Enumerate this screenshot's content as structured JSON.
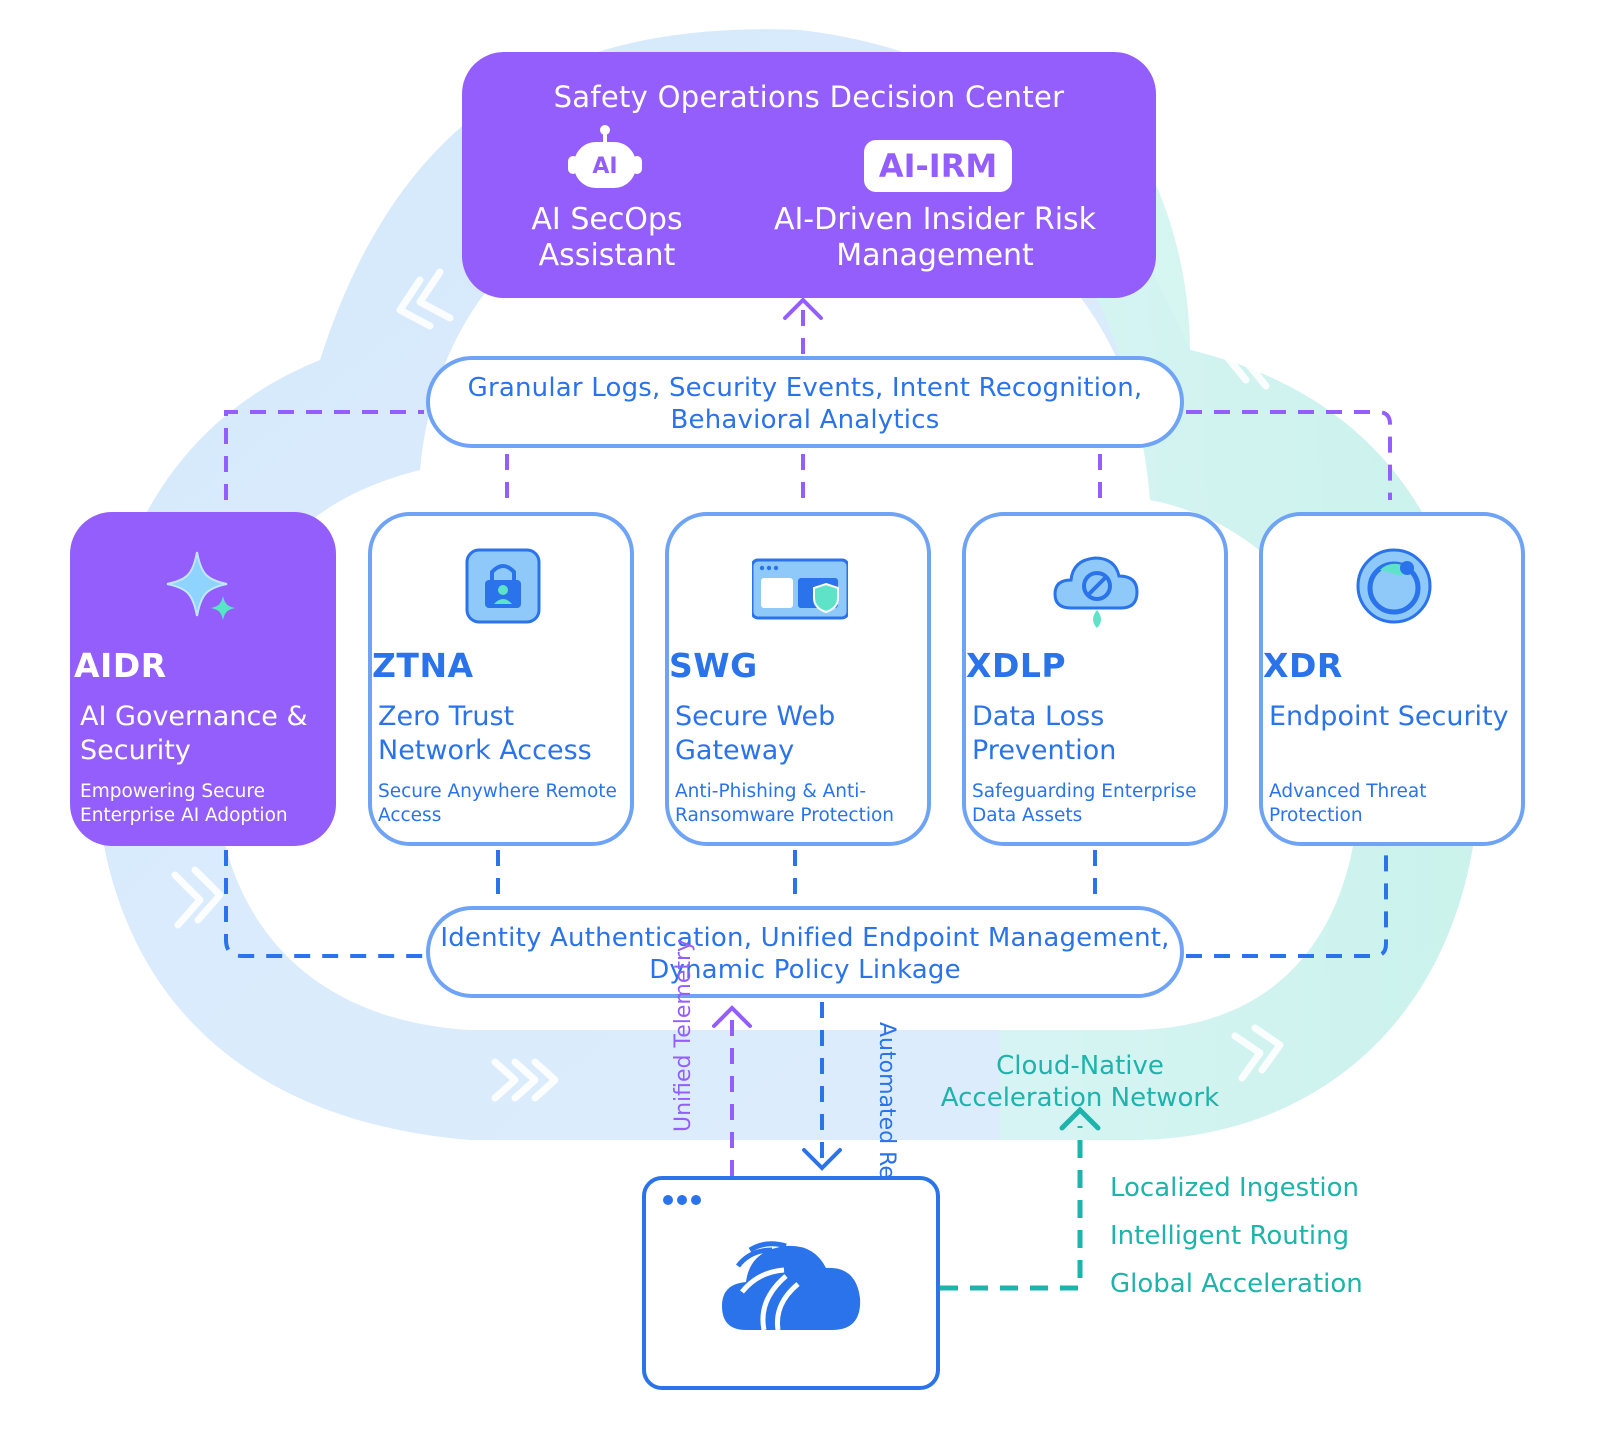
{
  "decision_center": {
    "title": "Safety Operations Decision Center",
    "assistant_icon_text": "AI",
    "assistant_label": "AI SecOps Assistant",
    "irm_badge": "AI-IRM",
    "irm_label": "AI-Driven Insider Risk Management"
  },
  "top_pill": {
    "text": "Granular Logs, Security Events, Intent Recognition, Behavioral Analytics"
  },
  "bottom_pill": {
    "text": "Identity Authentication, Unified Endpoint Management, Dynamic Policy Linkage"
  },
  "cards": [
    {
      "icon": "sparkle-icon",
      "abbr": "AIDR",
      "name": "AI Governance & Security",
      "desc": "Empowering Secure Enterprise AI Adoption"
    },
    {
      "icon": "lock-icon",
      "abbr": "ZTNA",
      "name": "Zero Trust Network Access",
      "desc": "Secure Anywhere Remote Access"
    },
    {
      "icon": "browser-shield-icon",
      "abbr": "SWG",
      "name": "Secure Web Gateway",
      "desc": "Anti-Phishing & Anti-Ransomware Protection"
    },
    {
      "icon": "cloud-leak-icon",
      "abbr": "XDLP",
      "name": "Data Loss Prevention",
      "desc": "Safeguarding Enterprise Data Assets"
    },
    {
      "icon": "radar-icon",
      "abbr": "XDR",
      "name": "Endpoint Security",
      "desc": "Advanced Threat Protection"
    }
  ],
  "flows": {
    "telemetry": "Unified Telemetry",
    "remediation": "Automated Remediation"
  },
  "cdn": {
    "title": "Cloud-Native Acceleration Network",
    "features": [
      "Localized Ingestion",
      "Intelligent Routing",
      "Global Acceleration"
    ]
  },
  "colors": {
    "purple": "#945efc",
    "blue": "#2a73ea",
    "light_blue": "#6fa3f6",
    "teal": "#1eb3ab"
  }
}
